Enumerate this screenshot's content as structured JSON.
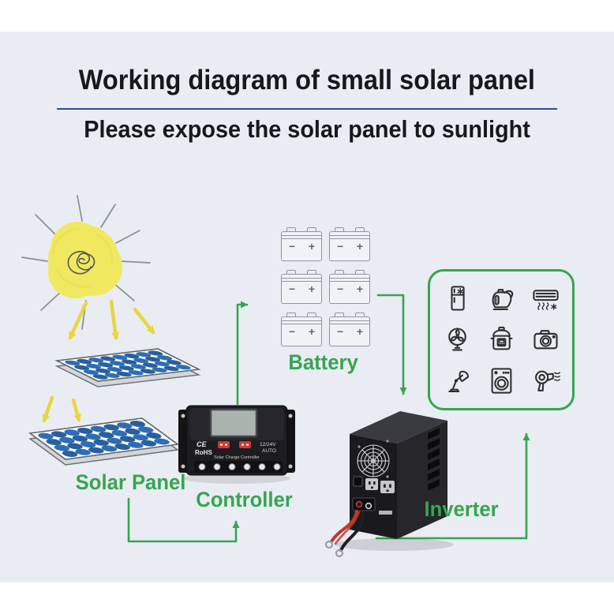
{
  "header": {
    "title": "Working diagram of small solar panel",
    "subtitle": "Please expose the solar panel to sunlight"
  },
  "labels": {
    "solar_panel": "Solar Panel",
    "controller": "Controller",
    "battery": "Battery",
    "inverter": "Inverter"
  },
  "controller_device": {
    "ce": "CE",
    "rohs": "RoHS",
    "voltage": "12/24V",
    "mode": "AUTO",
    "name": "Solar Charge Controller"
  },
  "battery": {
    "count": 6,
    "minus": "−",
    "plus": "+"
  },
  "appliances": {
    "icons": [
      "refrigerator",
      "kettle",
      "air-conditioner",
      "fan",
      "rice-cooker",
      "camera",
      "desk-lamp",
      "washing-machine",
      "hair-dryer"
    ]
  },
  "colors": {
    "accent_green": "#36a551",
    "underline_blue": "#2c4b9d",
    "sun_yellow": "#f0e95f",
    "arrow_yellow": "#e8d63c",
    "panel_blue": "#2e6db4",
    "band_background": "#e9ecf2"
  }
}
